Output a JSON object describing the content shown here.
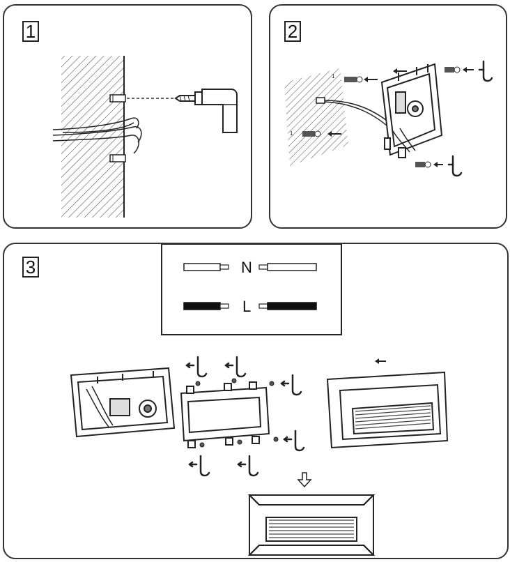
{
  "steps": [
    {
      "number": "1"
    },
    {
      "number": "2"
    },
    {
      "number": "3"
    }
  ],
  "wiring": {
    "neutral_label": "N",
    "live_label": "L"
  },
  "callout_marks": {
    "hole_1": "1",
    "hole_2": "1"
  }
}
